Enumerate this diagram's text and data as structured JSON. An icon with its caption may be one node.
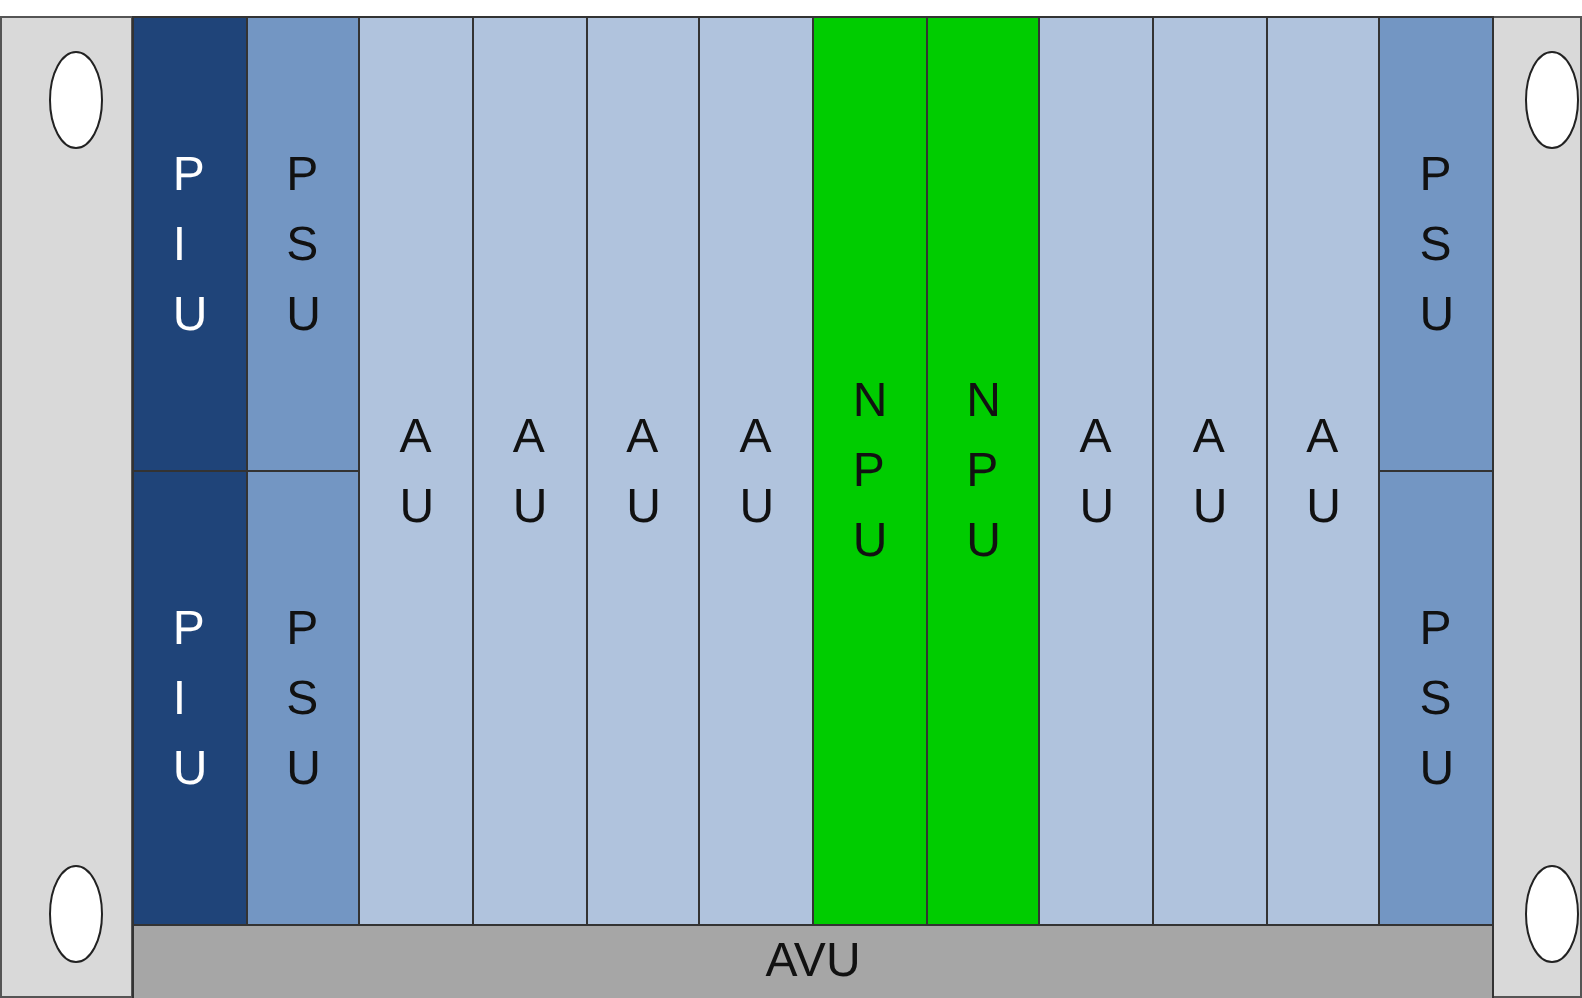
{
  "diagram": {
    "nodes": [
      {
        "text": [
          "PIU"
        ]
      },
      {
        "text": [
          "PSU"
        ]
      },
      {
        "text": [
          "AU"
        ]
      },
      {
        "text": [
          "AU"
        ]
      },
      {
        "text": [
          "AU"
        ]
      },
      {
        "text": [
          "AU"
        ]
      },
      {
        "text": [
          "NPU"
        ]
      },
      {
        "text": [
          "NPU"
        ]
      },
      {
        "text": [
          "AU"
        ]
      },
      {
        "text": [
          "AU"
        ]
      },
      {
        "text": [
          "AU"
        ]
      },
      {
        "text": [
          "PSU"
        ]
      },
      {
        "text": [
          "PIU"
        ]
      },
      {
        "text": [
          "PSU"
        ]
      },
      {
        "text": [
          "PSU"
        ]
      },
      {
        "text": [
          "AVU"
        ]
      }
    ]
  }
}
